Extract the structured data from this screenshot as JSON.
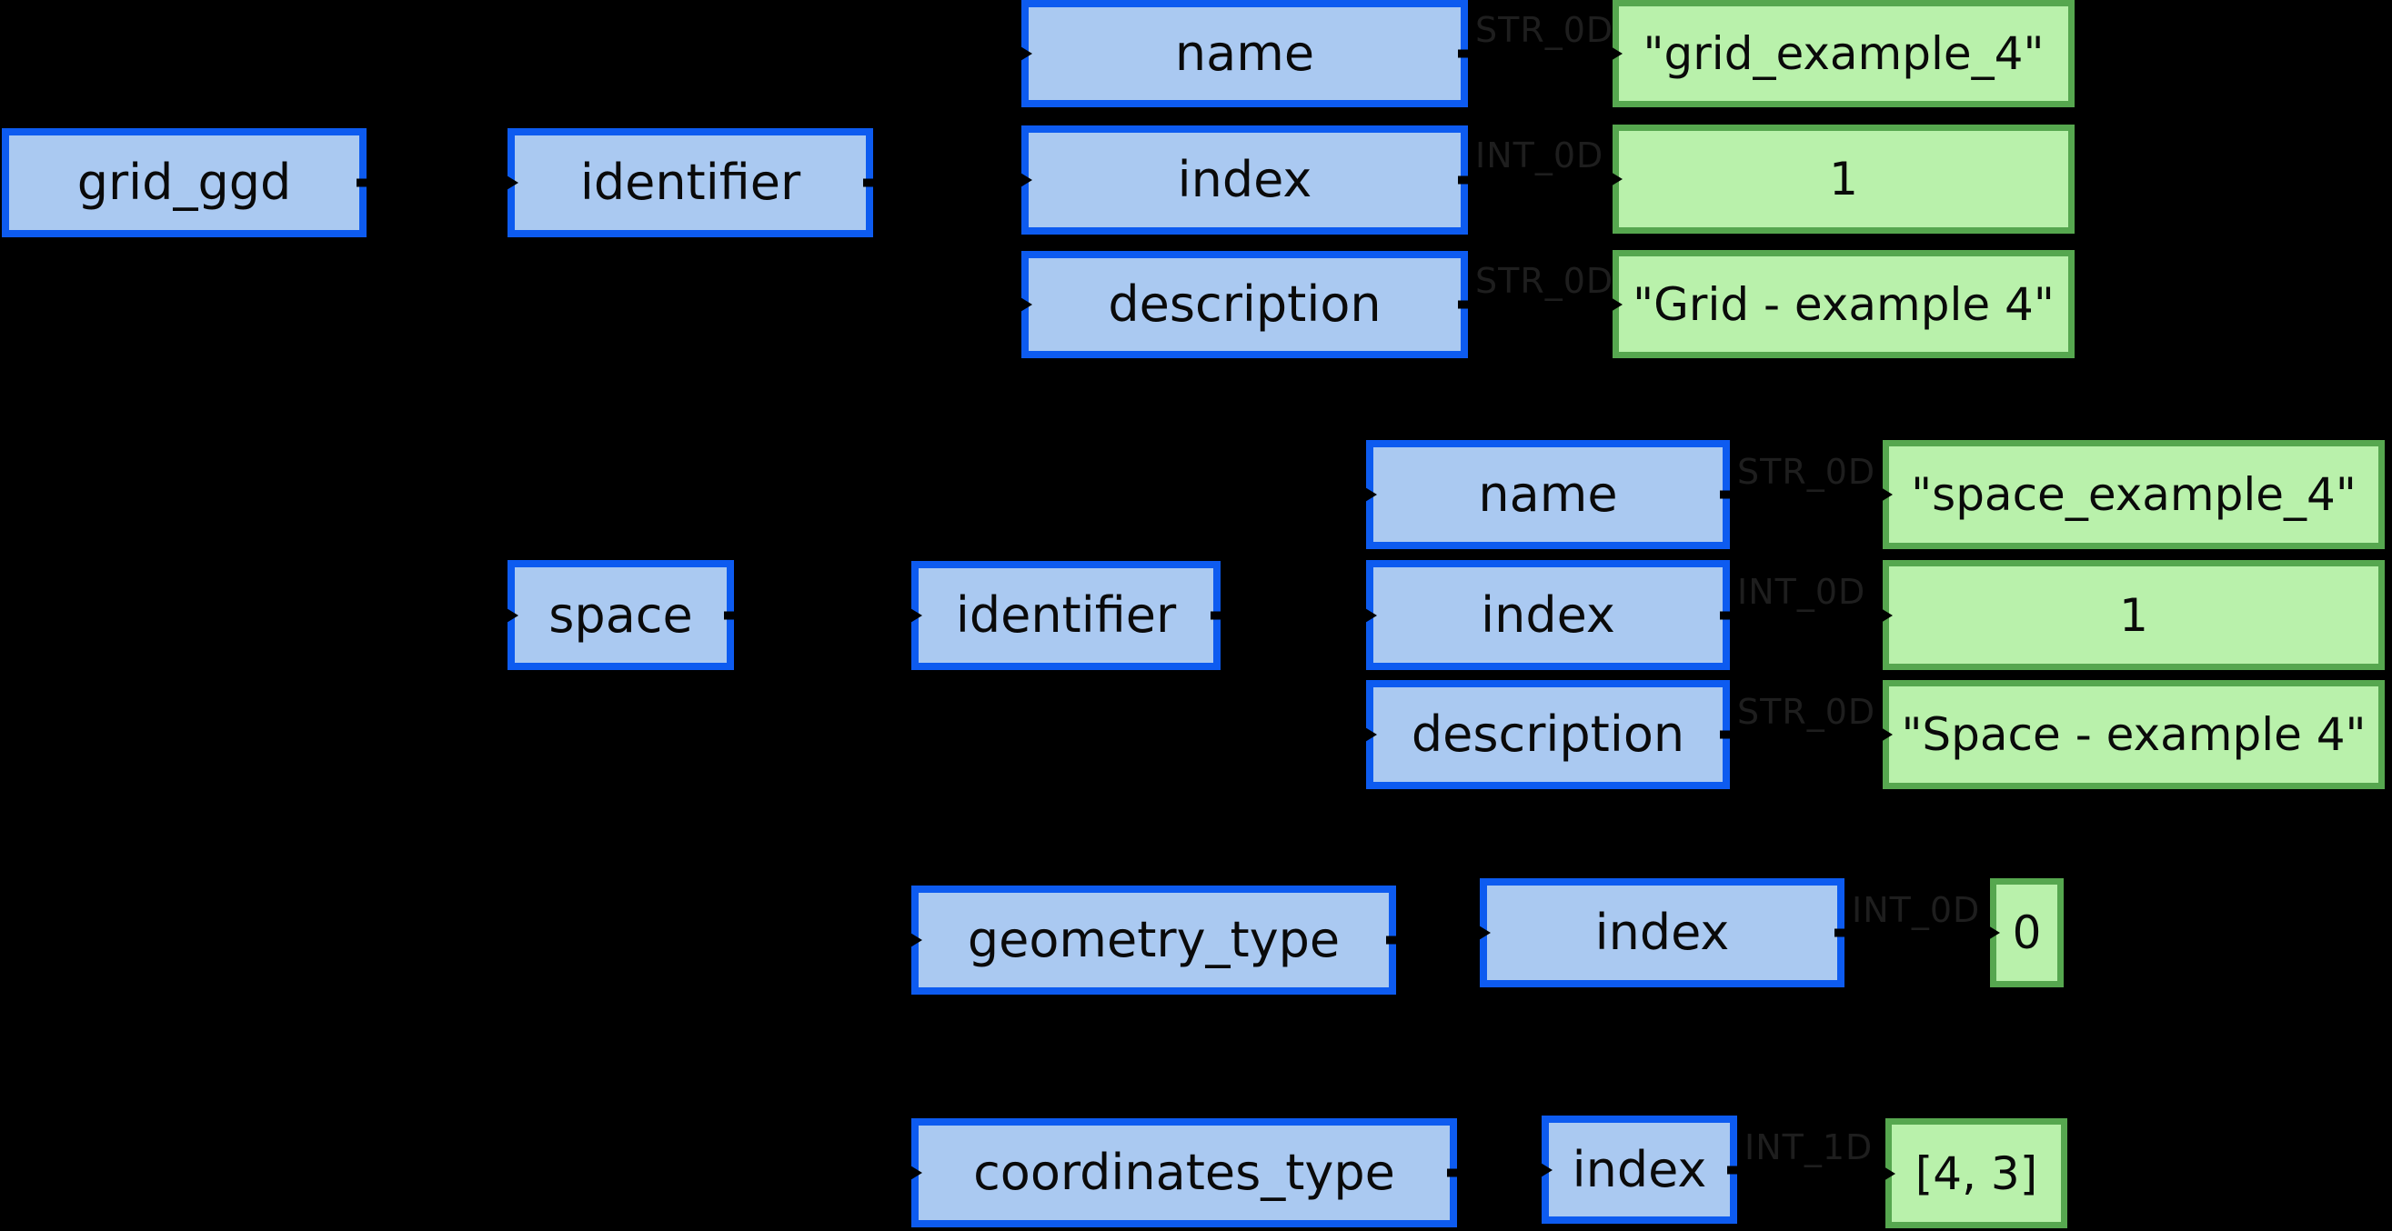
{
  "diagram": {
    "root": {
      "label": "grid_ggd"
    },
    "grid_identifier": {
      "label": "identifier",
      "fields": [
        {
          "field": "name",
          "dtype": "STR_0D",
          "value": "\"grid_example_4\""
        },
        {
          "field": "index",
          "dtype": "INT_0D",
          "value": "1"
        },
        {
          "field": "description",
          "dtype": "STR_0D",
          "value": "\"Grid - example 4\""
        }
      ]
    },
    "space": {
      "label": "space",
      "identifier": {
        "label": "identifier",
        "fields": [
          {
            "field": "name",
            "dtype": "STR_0D",
            "value": "\"space_example_4\""
          },
          {
            "field": "index",
            "dtype": "INT_0D",
            "value": "1"
          },
          {
            "field": "description",
            "dtype": "STR_0D",
            "value": "\"Space - example 4\""
          }
        ]
      },
      "geometry_type": {
        "label": "geometry_type",
        "field": "index",
        "dtype": "INT_0D",
        "value": "0"
      },
      "coordinates_type": {
        "label": "coordinates_type",
        "field": "index",
        "dtype": "INT_1D",
        "value": "[4, 3]"
      }
    },
    "colors": {
      "background": "#000000",
      "node_fill_blue": "#aac9f1",
      "node_border_blue": "#0d5bf0",
      "node_fill_green": "#b9f1ab",
      "node_border_green": "#56a74f",
      "edge_label_text": "#1e1e1e"
    }
  }
}
